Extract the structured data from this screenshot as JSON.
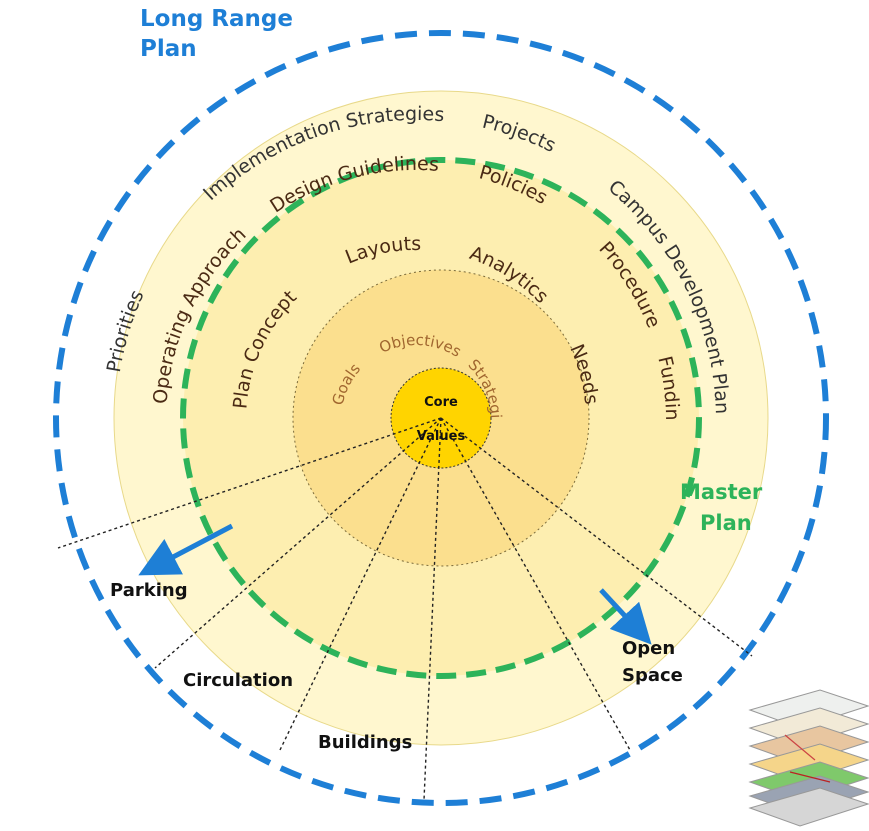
{
  "long_range_plan": "Long Range Plan",
  "long_range_plan_lines": [
    "Long Range",
    "Plan"
  ],
  "master_plan_lines": [
    "Master",
    "Plan"
  ],
  "outer_ring_items": [
    "Priorities",
    "Implementation Strategies",
    "Projects",
    "Campus Development Plan"
  ],
  "ring2_items": [
    "Operating Approach",
    "Design Guidelines",
    "Policies",
    "Procedure",
    "Funding"
  ],
  "ring3_items": [
    "Plan Concept",
    "Layouts",
    "Analytics",
    "Needs"
  ],
  "ring4_items": [
    "Goals",
    "Objectives",
    "Strategies"
  ],
  "core_lines": [
    "Core",
    "Values"
  ],
  "categories": [
    "Parking",
    "Circulation",
    "Buildings",
    "Open Space"
  ],
  "open_space_lines": [
    "Open",
    "Space"
  ],
  "colors": {
    "outer_dash": "#1e7fd6",
    "master_dash": "#2db35a",
    "ring_light": "#fff7cf",
    "ring_mid": "#fdeeb0",
    "ring_inner": "#fbdf8e",
    "ring_innermost": "#f8d06a",
    "core": "#ffd400",
    "arrow": "#1e7fd6"
  },
  "icons": [
    "map-layers-icon"
  ]
}
